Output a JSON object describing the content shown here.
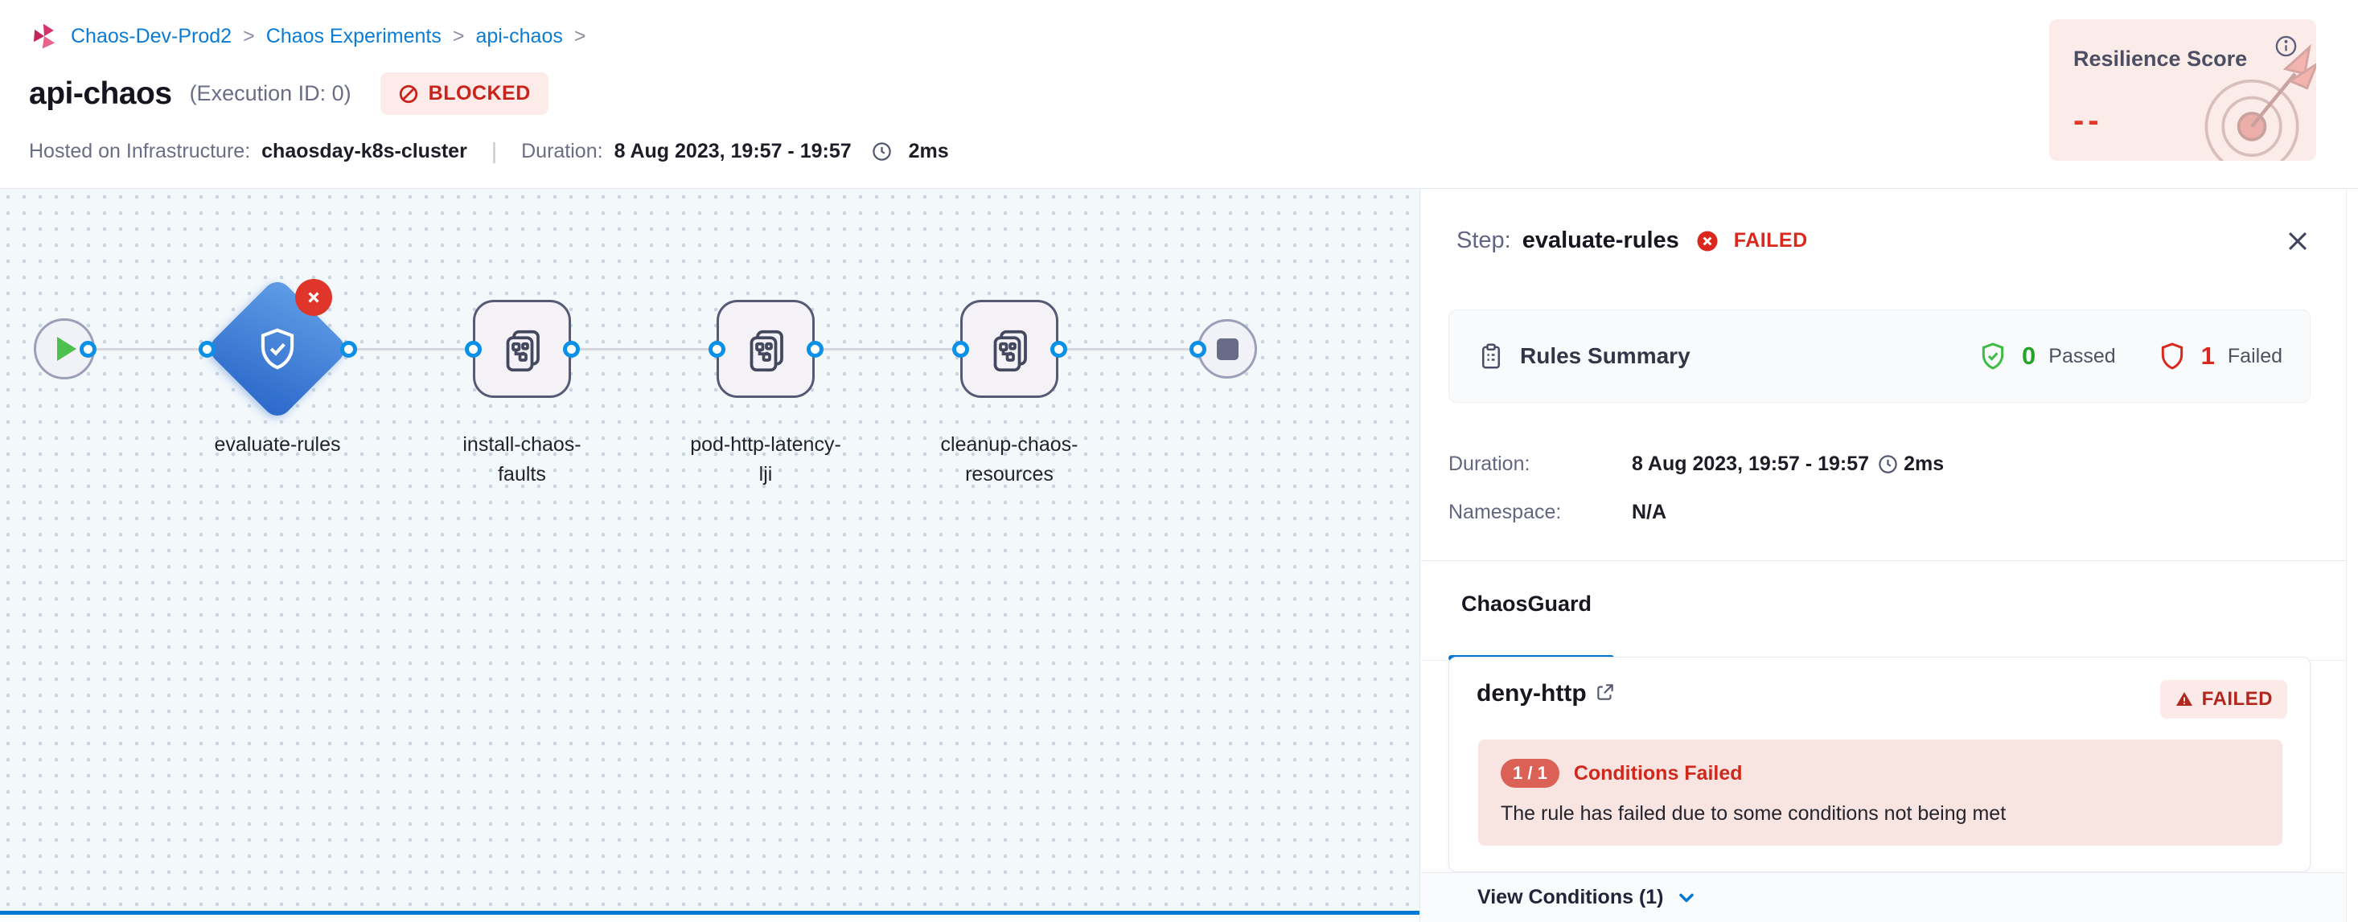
{
  "breadcrumb": {
    "items": [
      "Chaos-Dev-Prod2",
      "Chaos Experiments",
      "api-chaos"
    ],
    "separator": ">"
  },
  "header": {
    "title": "api-chaos",
    "execution_id": "(Execution ID: 0)",
    "status_badge": "BLOCKED",
    "infra_label": "Hosted on Infrastructure:",
    "infra_value": "chaosday-k8s-cluster",
    "duration_label": "Duration:",
    "duration_value": "8 Aug 2023, 19:57 - 19:57",
    "duration_elapsed": "2ms",
    "resilience": {
      "title": "Resilience Score",
      "value": "--"
    }
  },
  "pipeline": {
    "nodes": {
      "evaluate_rules": {
        "label": "evaluate-rules",
        "status": "failed"
      },
      "install_chaos_faults": {
        "label_line1": "install-chaos-",
        "label_line2": "faults"
      },
      "pod_http_latency": {
        "label_line1": "pod-http-latency-",
        "label_line2": "lji"
      },
      "cleanup_chaos_resources": {
        "label_line1": "cleanup-chaos-",
        "label_line2": "resources"
      }
    }
  },
  "panel": {
    "step_label": "Step:",
    "step_name": "evaluate-rules",
    "step_status": "FAILED",
    "rules_summary": {
      "title": "Rules Summary",
      "passed_count": "0",
      "passed_label": "Passed",
      "failed_count": "1",
      "failed_label": "Failed"
    },
    "duration_label": "Duration:",
    "duration_value": "8 Aug 2023, 19:57 - 19:57",
    "duration_elapsed": "2ms",
    "namespace_label": "Namespace:",
    "namespace_value": "N/A",
    "tab_label": "ChaosGuard",
    "rule_card": {
      "name": "deny-http",
      "status": "FAILED",
      "conditions_ratio": "1 / 1",
      "conditions_title": "Conditions Failed",
      "conditions_message": "The rule has failed due to some conditions not being met",
      "footer_link": "View Conditions (1)"
    }
  },
  "colors": {
    "accent_blue": "#0278d5",
    "error_red": "#da291c",
    "success_green": "#25a32b",
    "badge_pink_bg": "#fcebe8",
    "canvas_bg": "#f3f8fb",
    "node_blue_gradient": [
      "#5f9de6",
      "#2b68ca"
    ]
  }
}
